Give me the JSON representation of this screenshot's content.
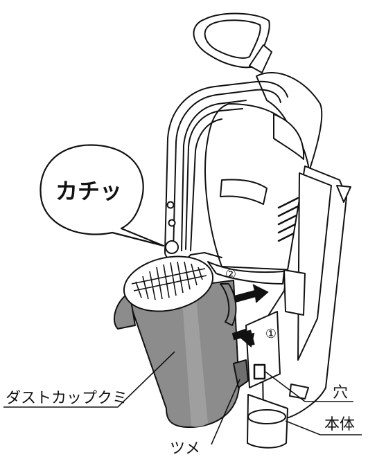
{
  "callout": {
    "text": "カチッ"
  },
  "steps": {
    "step1": "①",
    "step2": "②"
  },
  "labels": {
    "dust_cup": "ダストカップクミ",
    "hole": "穴",
    "main_body": "本体",
    "claw": "ツメ"
  },
  "colors": {
    "line": "#111111",
    "cup_fill": "#8c8c8c",
    "cup_light": "#a8a8a8",
    "paper": "#ffffff"
  }
}
